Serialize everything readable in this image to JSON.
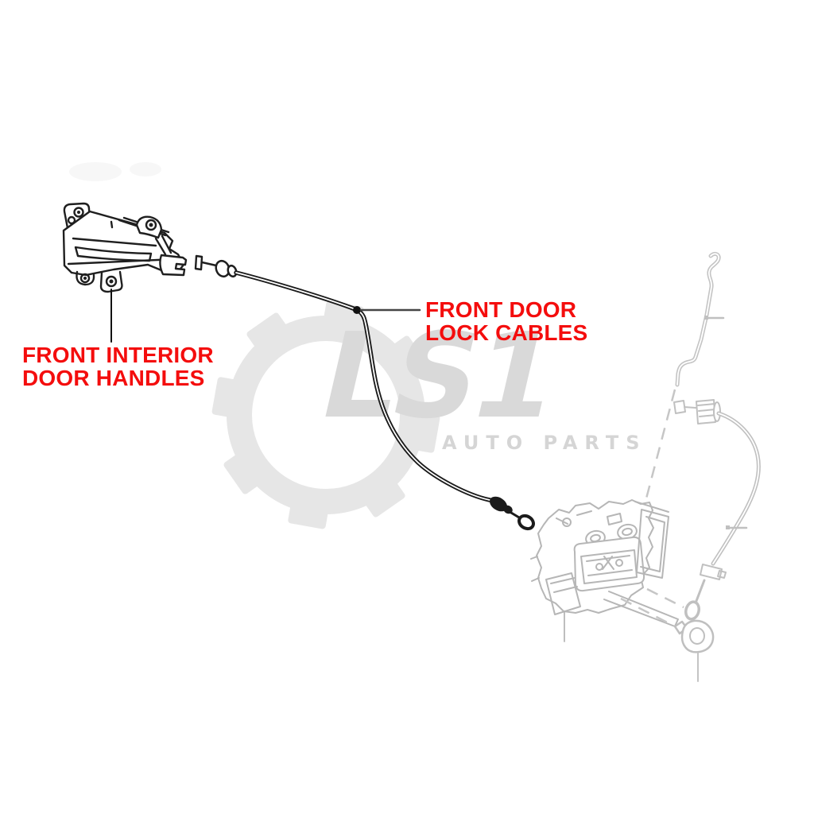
{
  "page": {
    "background": "#ffffff"
  },
  "annotations": {
    "color": "#F40D0D",
    "door_handles": {
      "line1": "FRONT INTERIOR",
      "line2": "DOOR HANDLES"
    },
    "lock_cables": {
      "line1": "FRONT DOOR",
      "line2": "LOCK CABLES"
    }
  },
  "watermark": {
    "logo": "LS1",
    "tagline": "AUTO PARTS",
    "logo_color": "#D9D9D9",
    "tagline_color": "#D5D5D5",
    "gear_color": "#E6E6E6"
  },
  "diagram": {
    "kind": "exploded auto-parts line diagram",
    "dark_line_color": "#1C1C1C",
    "light_line_color": "#C2C2C2",
    "lock_line_color": "#B6B6B6",
    "parts": [
      {
        "id": "front-interior-door-handle"
      },
      {
        "id": "front-door-lock-cable"
      },
      {
        "id": "door-latch-assembly"
      },
      {
        "id": "door-lock-rod"
      },
      {
        "id": "outer-lock-cable"
      },
      {
        "id": "door-lock-knob"
      }
    ]
  }
}
